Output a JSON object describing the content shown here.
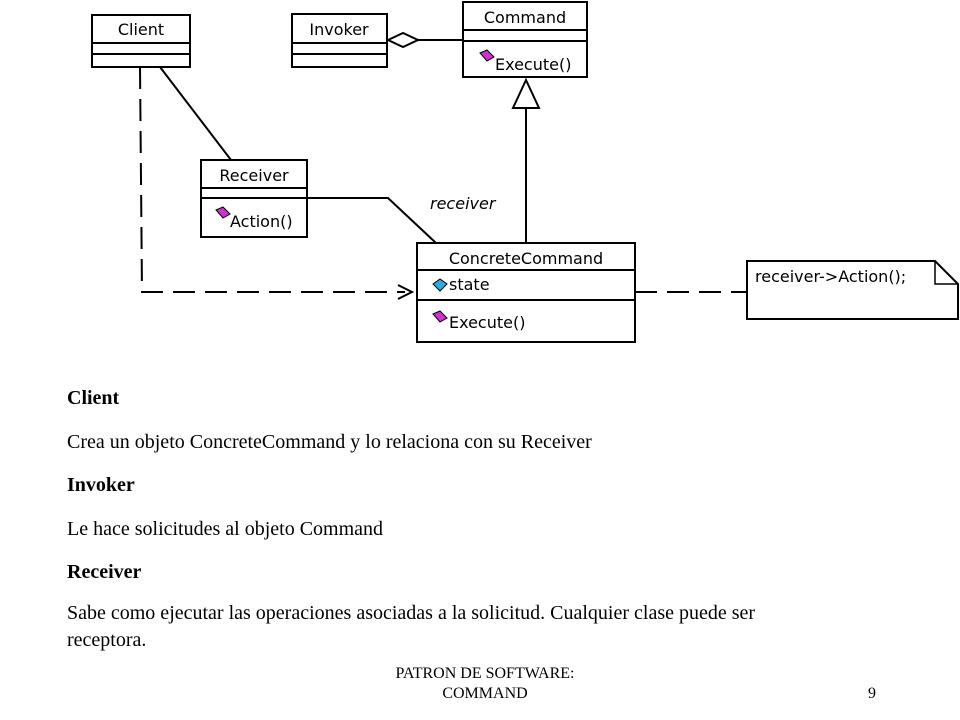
{
  "diagram": {
    "classes": {
      "client": {
        "name": "Client"
      },
      "invoker": {
        "name": "Invoker"
      },
      "command": {
        "name": "Command",
        "operations": [
          "Execute()"
        ]
      },
      "receiver": {
        "name": "Receiver",
        "operations": [
          "Action()"
        ]
      },
      "concrete_command": {
        "name": "ConcreteCommand",
        "attributes": [
          "state"
        ],
        "operations": [
          "Execute()"
        ]
      }
    },
    "association_label": "receiver",
    "note": "receiver->Action();"
  },
  "descriptions": [
    {
      "title": "Client",
      "text": "Crea un objeto ConcreteCommand y lo relaciona con su Receiver"
    },
    {
      "title": "Invoker",
      "text": "Le hace solicitudes al objeto Command"
    },
    {
      "title": "Receiver",
      "text_line1": "Sabe como ejecutar las operaciones asociadas a la solicitud. Cualquier clase puede ser",
      "text_line2": "receptora."
    }
  ],
  "footer": {
    "line1": "PATRON DE SOFTWARE:",
    "line2": "COMMAND",
    "page_number": "9"
  },
  "colors": {
    "operation_icon": "#cc33cc",
    "attribute_icon": "#33aadd"
  }
}
